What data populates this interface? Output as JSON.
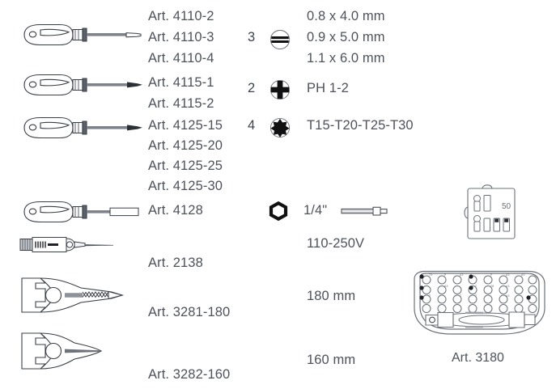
{
  "page": {
    "title": "Screwdriver and plier set catalogue page",
    "background_color": "#ffffff",
    "text_color": "#4d525b"
  },
  "rows": [
    {
      "id": "slotted-screwdrivers",
      "tool_icon": "flat-screwdriver-icon",
      "article_numbers": [
        "Art. 4110-2",
        "Art. 4110-3",
        "Art. 4110-4"
      ],
      "quantity": "3",
      "bit_icon": "slotted-bit-icon",
      "specs": [
        "0.8 x 4.0 mm",
        "0.9 x 5.0 mm",
        "1.1 x 6.0 mm"
      ]
    },
    {
      "id": "phillips-screwdrivers",
      "tool_icon": "phillips-screwdriver-icon",
      "article_numbers": [
        "Art. 4115-1",
        "Art. 4115-2"
      ],
      "quantity": "2",
      "bit_icon": "phillips-bit-icon",
      "specs": [
        "PH 1-2"
      ]
    },
    {
      "id": "torx-screwdrivers",
      "tool_icon": "torx-screwdriver-icon",
      "article_numbers": [
        "Art. 4125-15",
        "Art. 4125-20",
        "Art. 4125-25",
        "Art. 4125-30"
      ],
      "quantity": "4",
      "bit_icon": "torx-bit-icon",
      "specs": [
        "T15-T20-T25-T30"
      ]
    },
    {
      "id": "bit-holder-screwdriver",
      "tool_icon": "bit-holder-screwdriver-icon",
      "article_numbers": [
        "Art. 4128"
      ],
      "quantity": "",
      "bit_icon": "hex-socket-icon",
      "specs": [
        "1/4\""
      ],
      "spec_icon": "hex-bit-icon"
    },
    {
      "id": "voltage-tester",
      "tool_icon": "voltage-tester-icon",
      "article_numbers": [
        "Art. 2138"
      ],
      "quantity": "",
      "bit_icon": "",
      "specs": [
        "110-250V"
      ]
    },
    {
      "id": "combination-pliers",
      "tool_icon": "combination-pliers-icon",
      "article_numbers": [
        "Art. 3281-180"
      ],
      "quantity": "",
      "bit_icon": "",
      "specs": [
        "180 mm"
      ]
    },
    {
      "id": "diagonal-cutting-pliers",
      "tool_icon": "diagonal-cutting-pliers-icon",
      "article_numbers": [
        "Art. 3282-160"
      ],
      "quantity": "",
      "bit_icon": "",
      "specs": [
        "160 mm"
      ]
    }
  ],
  "side_items": {
    "small_bit_case": {
      "icon": "small-bit-case-icon",
      "label": "50"
    },
    "bit_set_case": {
      "icon": "bit-set-case-icon",
      "label": "Art. 3180"
    }
  }
}
